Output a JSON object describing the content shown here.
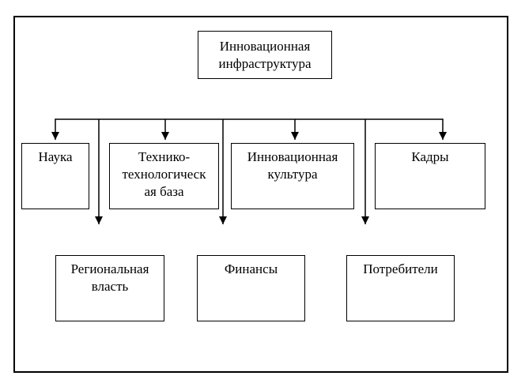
{
  "diagram": {
    "colors": {
      "line": "#000000",
      "text": "#000000",
      "background": "#ffffff",
      "box_fill": "#ffffff"
    },
    "root": {
      "id": "innovation-infrastructure",
      "label": "Инновационная инфраструктура",
      "lines": [
        "Инновационная",
        "инфраструктура"
      ]
    },
    "row1": [
      {
        "id": "science",
        "label": "Наука",
        "lines": [
          "Наука"
        ]
      },
      {
        "id": "tech-base",
        "label": "Технико-технологическая база",
        "lines": [
          "Технико-",
          "технологическ",
          "ая база"
        ]
      },
      {
        "id": "innovation-culture",
        "label": "Инновационная культура",
        "lines": [
          "Инновационная",
          "культура"
        ]
      },
      {
        "id": "personnel",
        "label": "Кадры",
        "lines": [
          "Кадры"
        ]
      }
    ],
    "row2": [
      {
        "id": "regional-authority",
        "label": "Региональная власть",
        "lines": [
          "Региональная",
          "власть"
        ]
      },
      {
        "id": "finance",
        "label": "Финансы",
        "lines": [
          "Финансы"
        ]
      },
      {
        "id": "consumers",
        "label": "Потребители",
        "lines": [
          "Потребители"
        ]
      }
    ]
  }
}
